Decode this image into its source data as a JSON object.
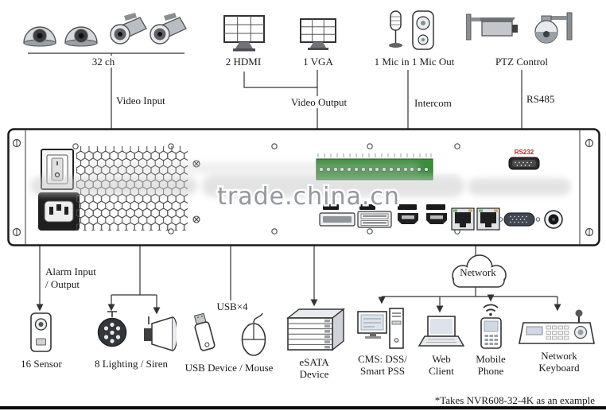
{
  "labels": {
    "cameras": "32 ch",
    "video_input": "Video Input",
    "hdmi": "2 HDMI",
    "vga": "1 VGA",
    "video_output": "Video Output",
    "mic": "1 Mic in 1 Mic Out",
    "intercom": "Intercom",
    "ptz": "PTZ Control",
    "rs485": "RS485",
    "alarm1": "Alarm Input",
    "alarm2": "/ Output",
    "sensor": "16 Sensor",
    "lighting": "8 Lighting / Siren",
    "usb4": "USB×4",
    "usb_device": "USB Device / Mouse",
    "esata1": "eSATA",
    "esata2": "Device",
    "network": "Network",
    "cms1": "CMS: DSS/",
    "cms2": "Smart PSS",
    "web1": "Web",
    "web2": "Client",
    "mobile1": "Mobile",
    "mobile2": "Phone",
    "kbd1": "Network",
    "kbd2": "Keyboard"
  },
  "panel": {
    "watermark": "trade.china.cn",
    "rs232_label": "RS232"
  },
  "footnote": "*Takes NVR608-32-4K as an example",
  "colors": {
    "line": "#333333",
    "terminal_green": "#3a8f3a",
    "rs232_red": "#cc2222"
  }
}
